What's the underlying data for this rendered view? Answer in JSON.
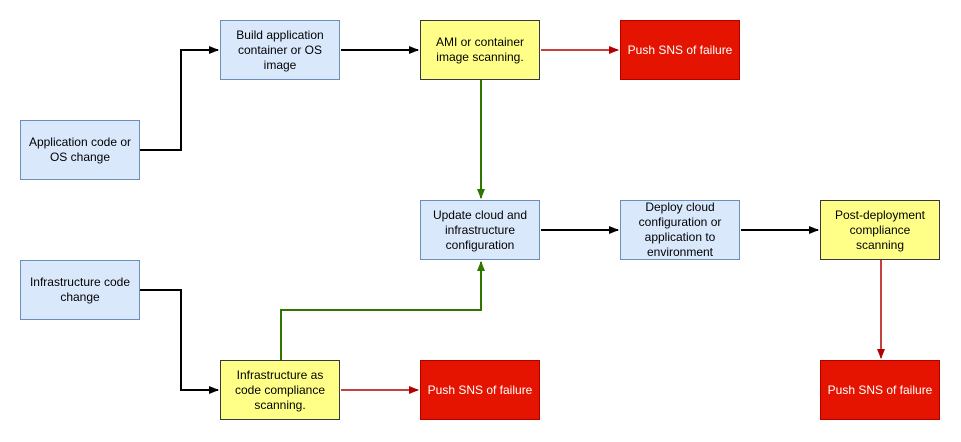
{
  "nodes": {
    "app_change": "Application code or OS change",
    "build": "Build application container or OS image",
    "ami_scan": "AMI or container image scanning.",
    "sns_top": "Push SNS of failure",
    "update_cloud": "Update cloud and infrastructure configuration",
    "deploy": "Deploy cloud configuration or application to environment",
    "post_deploy": "Post-deployment compliance scanning",
    "infra_change": "Infrastructure code change",
    "iac_scan": "Infrastructure as code compliance scanning.",
    "sns_bottom_left": "Push SNS of failure",
    "sns_bottom_right": "Push SNS of failure"
  },
  "colors": {
    "process_fill": "#dae8fc",
    "scan_fill": "#ffff88",
    "failure_fill": "#e51400",
    "flow_edge": "#000000",
    "pass_edge": "#2d7600",
    "fail_edge": "#b20000"
  }
}
